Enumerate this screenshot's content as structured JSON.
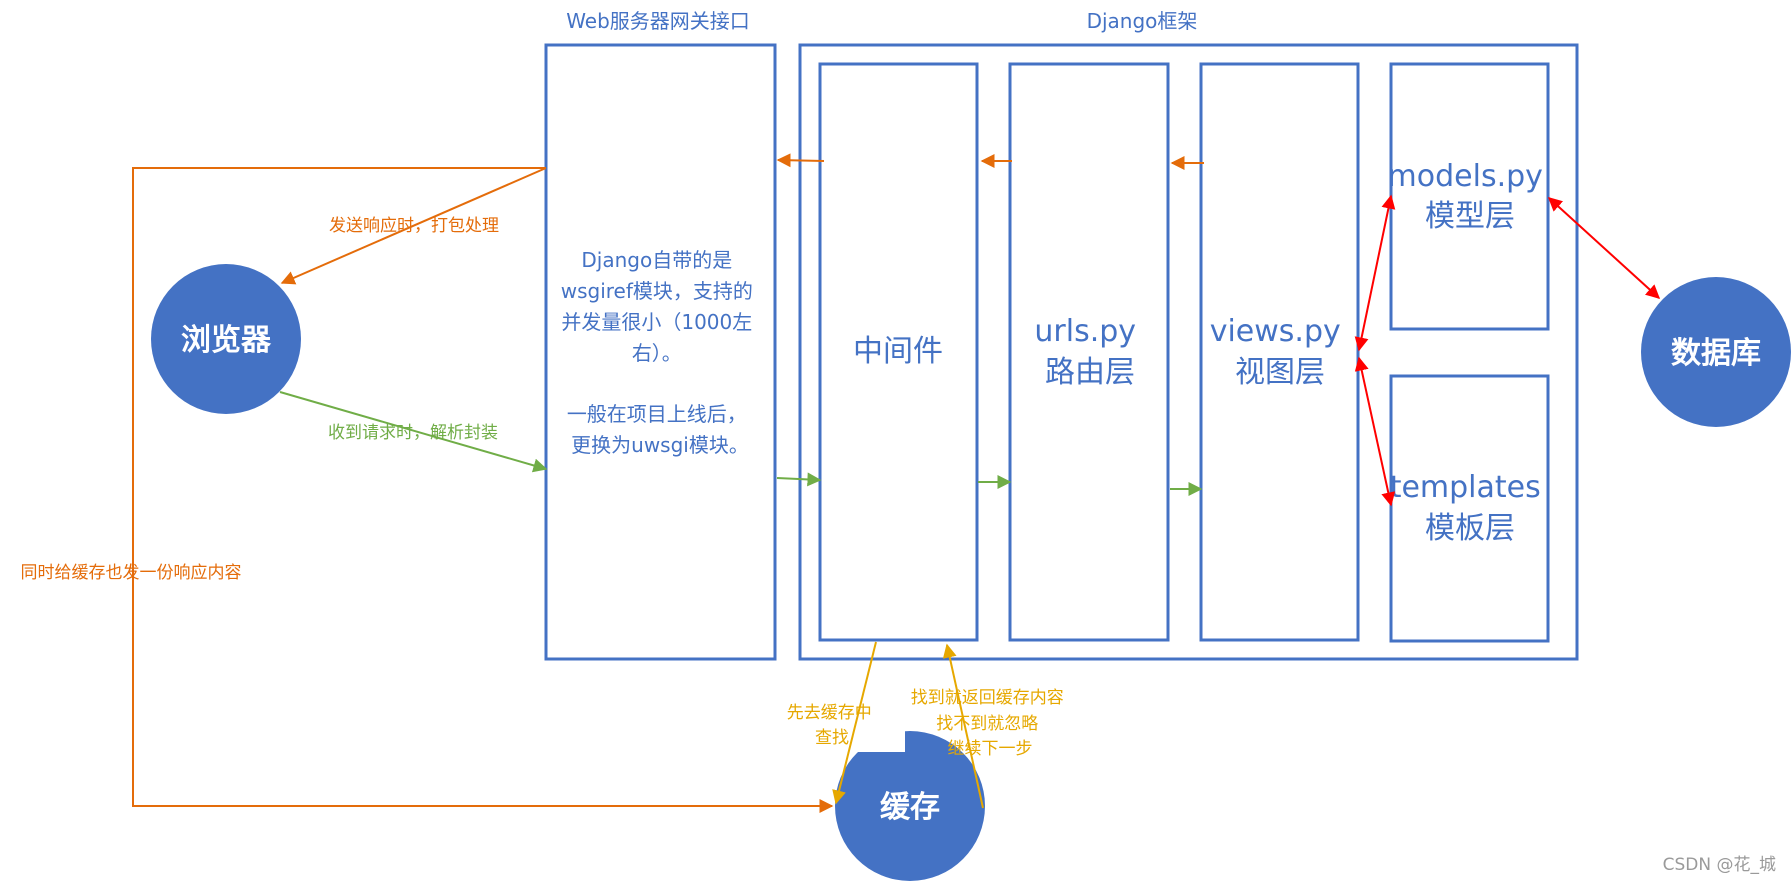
{
  "titles": {
    "gateway": "Web服务器网关接口",
    "framework": "Django框架"
  },
  "nodes": {
    "browser": "浏览器",
    "database": "数据库",
    "cache": "缓存"
  },
  "gateway_text": {
    "lines": [
      "Django自带的是",
      "wsgiref模块，支持的",
      "并发量很小（1000左",
      "右）。",
      "",
      "一般在项目上线后，",
      "更换为uwsgi模块。"
    ]
  },
  "layers": {
    "middleware": [
      "中间件"
    ],
    "urls": [
      "urls.py",
      "路由层"
    ],
    "views": [
      "views.py",
      "视图层"
    ],
    "models": [
      "models.py",
      "模型层"
    ],
    "templates": [
      "templates",
      "模板层"
    ]
  },
  "edge_labels": {
    "response": "发送响应时，打包处理",
    "request": "收到请求时，解析封装",
    "cache_copy": "同时给缓存也发一份响应内容",
    "cache_lookup": [
      "先去缓存中",
      "查找"
    ],
    "cache_return": [
      "找到就返回缓存内容",
      "找不到就忽略",
      "继续下一步"
    ]
  },
  "colors": {
    "blue": "#4472c4",
    "orange": "#e46c0a",
    "green": "#70ad47",
    "gold": "#e6a800",
    "red": "#ff0000"
  },
  "watermark": "CSDN @花_城"
}
